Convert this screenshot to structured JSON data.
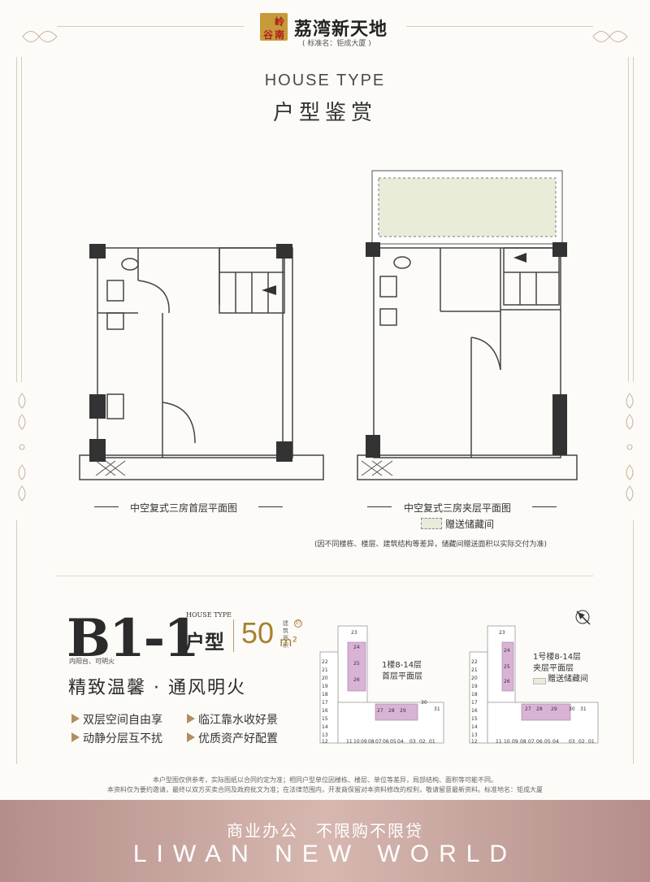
{
  "header": {
    "logo_chars": [
      "岭",
      "南",
      "谷"
    ],
    "brand_name": "荔湾新天地",
    "brand_sub": "( 标准名：钜成大厦 )",
    "title_en": "HOUSE TYPE",
    "title_cn": "户型鉴赏"
  },
  "plans": {
    "left_caption": "中空复式三房首层平面图",
    "right_caption": "中空复式三房夹层平面图",
    "legend_label": "赠送储藏间",
    "note": "(因不同楼栋、楼层、建筑结构等差异，储藏间赠送面积以实际交付为准)"
  },
  "unit": {
    "code": "B1-1",
    "house_type_en": "HOUSE TYPE",
    "house_type_cn": "户型",
    "area_value": "50",
    "area_unit": "m²",
    "area_label": "建筑面积",
    "area_icon": "约",
    "balcony_note": "内阳台、可明火",
    "slogan": "精致温馨 · 通风明火",
    "features": [
      "双层空间自由享",
      "临江靠水收好景",
      "动静分层互不扰",
      "优质资产好配置"
    ]
  },
  "keyplans": {
    "left_label_1": "1楼8-14层",
    "left_label_2": "首层平面层",
    "right_label_1": "1号楼8-14层",
    "right_label_2": "夹层平面层",
    "right_legend": "赠送储藏间",
    "units_top": [
      "23",
      "24",
      "25",
      "26"
    ],
    "units_left": [
      "22",
      "21",
      "20",
      "19",
      "18",
      "17",
      "16",
      "15",
      "14",
      "13",
      "12"
    ],
    "units_mid": [
      "27",
      "28",
      "29",
      "30",
      "31"
    ],
    "units_bottom": [
      "11",
      "10",
      "09",
      "08",
      "07",
      "06",
      "05",
      "04",
      "03",
      "02",
      "01"
    ]
  },
  "disclaimer": {
    "line1": "本户型图仅供参考，实际图纸以合同约定为准；相同户型单位因楼栋、楼层、单位等差异，局部结构、面积等可能不同。",
    "line2": "本资料仅为要约邀请，最终以双方买卖合同及政府批文为准；在法律范围内，开发商保留对本资料修改的权利，敬请留意最新资料。标准地名：钜成大厦"
  },
  "footer": {
    "cn": "商业办公　不限购不限贷",
    "en": "LIWAN NEW WORLD"
  },
  "colors": {
    "accent_gold": "#a8812e",
    "footer_rose": "#c7a39d",
    "storage_fill": "#e8ecd8",
    "keyplan_highlight": "#d9b3d6"
  }
}
